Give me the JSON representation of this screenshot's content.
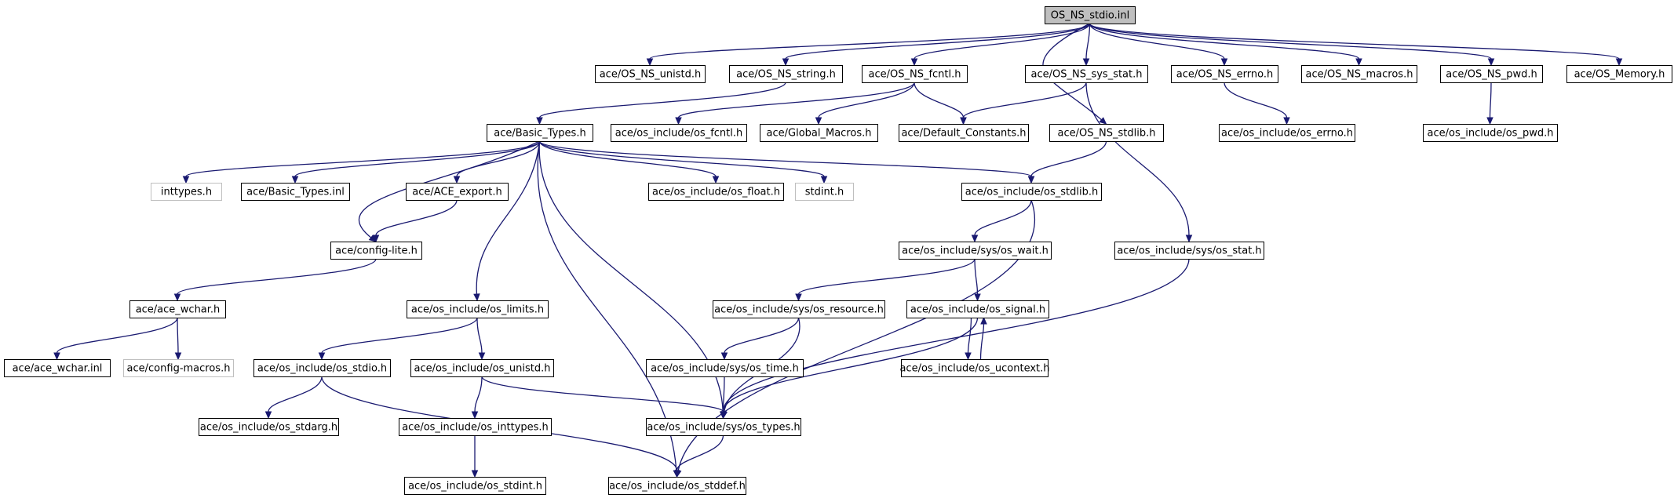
{
  "diagram": {
    "root": "OS_NS_stdio.inl",
    "nodes": {
      "root": "OS_NS_stdio.inl",
      "ns_unistd": "ace/OS_NS_unistd.h",
      "ns_string": "ace/OS_NS_string.h",
      "ns_fcntl": "ace/OS_NS_fcntl.h",
      "ns_sys_stat": "ace/OS_NS_sys_stat.h",
      "ns_errno": "ace/OS_NS_errno.h",
      "ns_macros": "ace/OS_NS_macros.h",
      "ns_pwd": "ace/OS_NS_pwd.h",
      "os_memory": "ace/OS_Memory.h",
      "basic_types": "ace/Basic_Types.h",
      "os_fcntl": "ace/os_include/os_fcntl.h",
      "global_macros": "ace/Global_Macros.h",
      "default_constants": "ace/Default_Constants.h",
      "ns_stdlib": "ace/OS_NS_stdlib.h",
      "os_errno": "ace/os_include/os_errno.h",
      "os_pwd": "ace/os_include/os_pwd.h",
      "inttypes": "inttypes.h",
      "basic_types_inl": "ace/Basic_Types.inl",
      "ace_export": "ace/ACE_export.h",
      "os_float": "ace/os_include/os_float.h",
      "stdint": "stdint.h",
      "os_stdlib": "ace/os_include/os_stdlib.h",
      "config_lite": "ace/config-lite.h",
      "os_wait": "ace/os_include/sys/os_wait.h",
      "sys_os_stat": "ace/os_include/sys/os_stat.h",
      "ace_wchar": "ace/ace_wchar.h",
      "os_limits": "ace/os_include/os_limits.h",
      "os_resource": "ace/os_include/sys/os_resource.h",
      "os_signal": "ace/os_include/os_signal.h",
      "ace_wchar_inl": "ace/ace_wchar.inl",
      "config_macros": "ace/config-macros.h",
      "os_stdio": "ace/os_include/os_stdio.h",
      "os_unistd": "ace/os_include/os_unistd.h",
      "os_time": "ace/os_include/sys/os_time.h",
      "os_ucontext": "ace/os_include/os_ucontext.h",
      "os_stdarg": "ace/os_include/os_stdarg.h",
      "os_inttypes": "ace/os_include/os_inttypes.h",
      "sys_types": "ace/os_include/sys/os_types.h",
      "os_stdint": "ace/os_include/os_stdint.h",
      "os_stddef": "ace/os_include/os_stddef.h"
    },
    "missing_nodes": [
      "inttypes",
      "stdint",
      "config_macros"
    ],
    "edges": [
      [
        "root",
        "ns_unistd"
      ],
      [
        "root",
        "ns_string"
      ],
      [
        "root",
        "ns_fcntl"
      ],
      [
        "root",
        "ns_sys_stat"
      ],
      [
        "root",
        "ns_errno"
      ],
      [
        "root",
        "ns_macros"
      ],
      [
        "root",
        "ns_pwd"
      ],
      [
        "root",
        "os_memory"
      ],
      [
        "root",
        "ns_stdlib"
      ],
      [
        "ns_string",
        "basic_types"
      ],
      [
        "ns_fcntl",
        "os_fcntl"
      ],
      [
        "ns_fcntl",
        "global_macros"
      ],
      [
        "ns_fcntl",
        "default_constants"
      ],
      [
        "ns_sys_stat",
        "default_constants"
      ],
      [
        "ns_sys_stat",
        "sys_os_stat"
      ],
      [
        "ns_errno",
        "os_errno"
      ],
      [
        "ns_pwd",
        "os_pwd"
      ],
      [
        "ns_stdlib",
        "os_stdlib"
      ],
      [
        "basic_types",
        "inttypes"
      ],
      [
        "basic_types",
        "basic_types_inl"
      ],
      [
        "basic_types",
        "ace_export"
      ],
      [
        "basic_types",
        "config_lite"
      ],
      [
        "basic_types",
        "os_float"
      ],
      [
        "basic_types",
        "stdint"
      ],
      [
        "basic_types",
        "os_stdlib"
      ],
      [
        "basic_types",
        "os_limits"
      ],
      [
        "basic_types",
        "sys_types"
      ],
      [
        "basic_types",
        "os_stddef"
      ],
      [
        "ace_export",
        "config_lite"
      ],
      [
        "config_lite",
        "ace_wchar"
      ],
      [
        "ace_wchar",
        "ace_wchar_inl"
      ],
      [
        "ace_wchar",
        "config_macros"
      ],
      [
        "os_stdlib",
        "os_wait"
      ],
      [
        "os_stdlib",
        "os_stddef"
      ],
      [
        "os_wait",
        "os_resource"
      ],
      [
        "os_wait",
        "os_signal"
      ],
      [
        "os_resource",
        "os_time"
      ],
      [
        "os_resource",
        "sys_types"
      ],
      [
        "os_signal",
        "os_ucontext"
      ],
      [
        "os_ucontext",
        "os_signal"
      ],
      [
        "os_signal",
        "sys_types"
      ],
      [
        "sys_os_stat",
        "sys_types"
      ],
      [
        "os_limits",
        "os_stdio"
      ],
      [
        "os_limits",
        "os_unistd"
      ],
      [
        "os_stdio",
        "os_stdarg"
      ],
      [
        "os_stdio",
        "os_stddef"
      ],
      [
        "os_unistd",
        "os_inttypes"
      ],
      [
        "os_unistd",
        "sys_types"
      ],
      [
        "os_inttypes",
        "os_stdint"
      ],
      [
        "os_time",
        "sys_types"
      ],
      [
        "sys_types",
        "os_stddef"
      ]
    ]
  }
}
